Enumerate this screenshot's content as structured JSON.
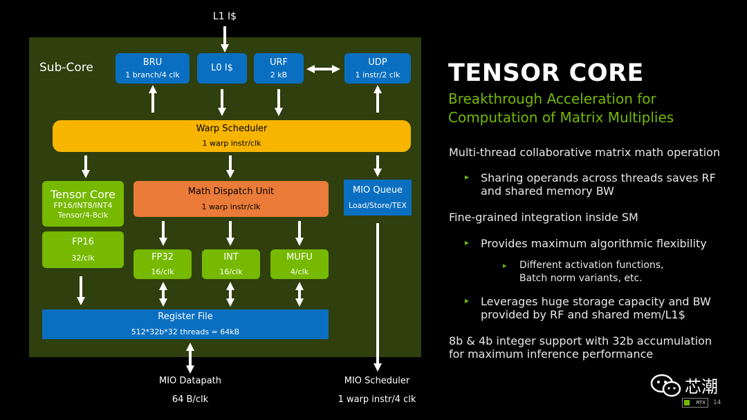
{
  "diagram": {
    "top_label": "L1 I$",
    "subcore_label": "Sub-Core",
    "bru": {
      "title": "BRU",
      "sub": "1 branch/4 clk"
    },
    "l0": {
      "title": "L0 I$"
    },
    "urf": {
      "title": "URF",
      "sub": "2 kB"
    },
    "udp": {
      "title": "UDP",
      "sub": "1 instr/2 clk"
    },
    "warp": {
      "title": "Warp Scheduler",
      "sub": "1 warp instr/clk"
    },
    "tensor": {
      "title": "Tensor Core",
      "sub1": "FP16/INT8/INT4",
      "sub2": "Tensor/4-8clk"
    },
    "math": {
      "title": "Math Dispatch Unit",
      "sub": "1 warp instr/clk"
    },
    "mio_queue": {
      "title": "MIO Queue",
      "sub": "Load/Store/TEX"
    },
    "fp16": {
      "title": "FP16",
      "sub": "32/clk"
    },
    "fp32": {
      "title": "FP32",
      "sub": "16/clk"
    },
    "int": {
      "title": "INT",
      "sub": "16/clk"
    },
    "mufu": {
      "title": "MUFU",
      "sub": "4/clk"
    },
    "regfile": {
      "title": "Register File",
      "sub": "512*32b*32 threads = 64kB"
    },
    "mio_datapath": {
      "title": "MIO Datapath",
      "sub": "64 B/clk"
    },
    "mio_scheduler": {
      "title": "MIO Scheduler",
      "sub": "1 warp instr/4 clk"
    }
  },
  "slide": {
    "title": "TENSOR CORE",
    "subtitle_line1": "Breakthrough Acceleration for",
    "subtitle_line2": "Computation of Matrix Multiplies",
    "b1": "Multi-thread collaborative matrix math operation",
    "b1a_l1": "Sharing operands across threads saves RF",
    "b1a_l2": "and shared memory BW",
    "b2": "Fine-grained integration inside SM",
    "b2a": "Provides maximum algorithmic flexibility",
    "b2a1_l1": "Different activation functions,",
    "b2a1_l2": "Batch norm variants, etc.",
    "b2b_l1": "Leverages huge storage capacity and BW",
    "b2b_l2": "provided by RF and shared mem/L1$",
    "b3_l1": "8b & 4b integer support with 32b accumulation",
    "b3_l2": "for maximum inference performance",
    "bullet": "▸",
    "watermark": "芯潮",
    "page_number": "14",
    "rtx_badge": "RTX"
  },
  "colors": {
    "panel": "#2f3f0d",
    "blue": "#0a6fc1",
    "green": "#76b900",
    "yellow": "#f7b500",
    "orange": "#ea7b39",
    "accent_text": "#76b900"
  }
}
